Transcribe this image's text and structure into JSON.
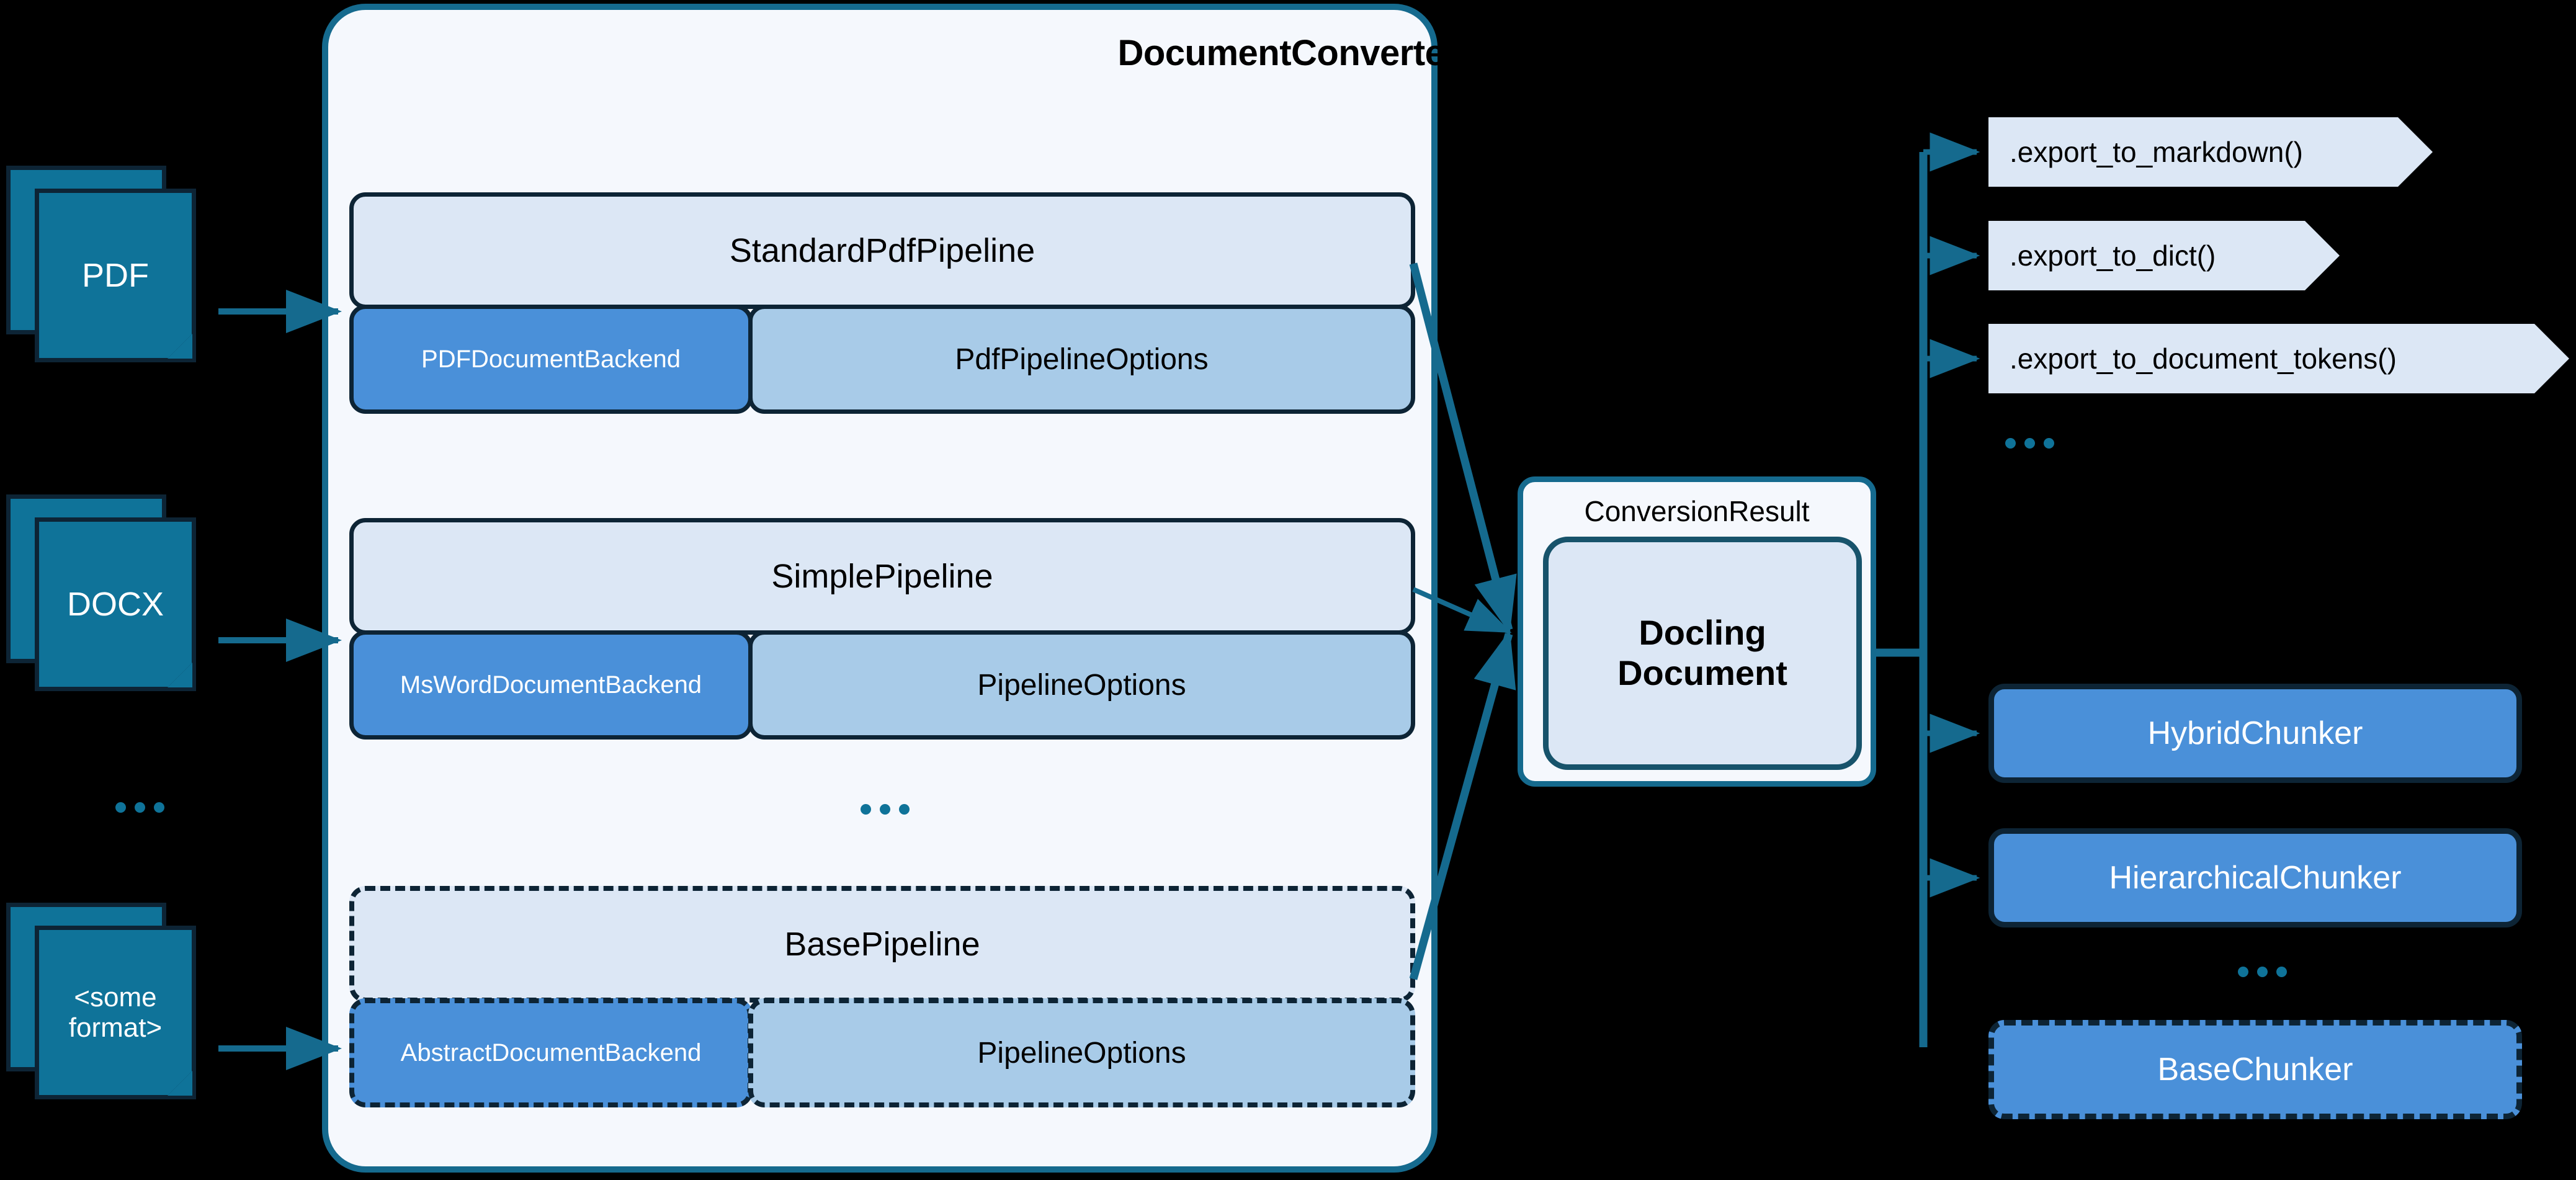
{
  "converter": {
    "title": "DocumentConverter",
    "ellipsis": "...",
    "pipelines": [
      {
        "name": "StandardPdfPipeline",
        "backend": "PDFDocumentBackend",
        "options": "PdfPipelineOptions",
        "abstract": false
      },
      {
        "name": "SimplePipeline",
        "backend": "MsWordDocumentBackend",
        "options": "PipelineOptions",
        "abstract": false
      },
      {
        "name": "BasePipeline",
        "backend": "AbstractDocumentBackend",
        "options": "PipelineOptions",
        "abstract": true
      }
    ]
  },
  "sources": [
    {
      "label": "PDF"
    },
    {
      "label": "DOCX"
    },
    {
      "label": "<some\nformat>",
      "line1": "<some",
      "line2": "format>"
    }
  ],
  "sources_ellipsis": "...",
  "result": {
    "label": "ConversionResult",
    "document_line1": "Docling",
    "document_line2": "Document"
  },
  "exports": [
    {
      "label": ".export_to_markdown()"
    },
    {
      "label": ".export_to_dict()"
    },
    {
      "label": ".export_to_document_tokens()"
    }
  ],
  "exports_ellipsis": "...",
  "chunkers": [
    {
      "label": "HybridChunker",
      "abstract": false
    },
    {
      "label": "HierarchicalChunker",
      "abstract": false
    },
    {
      "label": "BaseChunker",
      "abstract": true
    }
  ],
  "chunkers_ellipsis": "...",
  "colors": {
    "background": "#000000",
    "panel_fill": "#f5f8fd",
    "panel_border": "#156a8e",
    "pipeline_header_fill": "#dce7f5",
    "backend_fill": "#4a90d9",
    "options_fill": "#a8cbe8",
    "outline_dark": "#0d2435",
    "doc_icon_fill": "#0f7399",
    "connector": "#156a8e",
    "accent_teal": "#0f7399"
  }
}
